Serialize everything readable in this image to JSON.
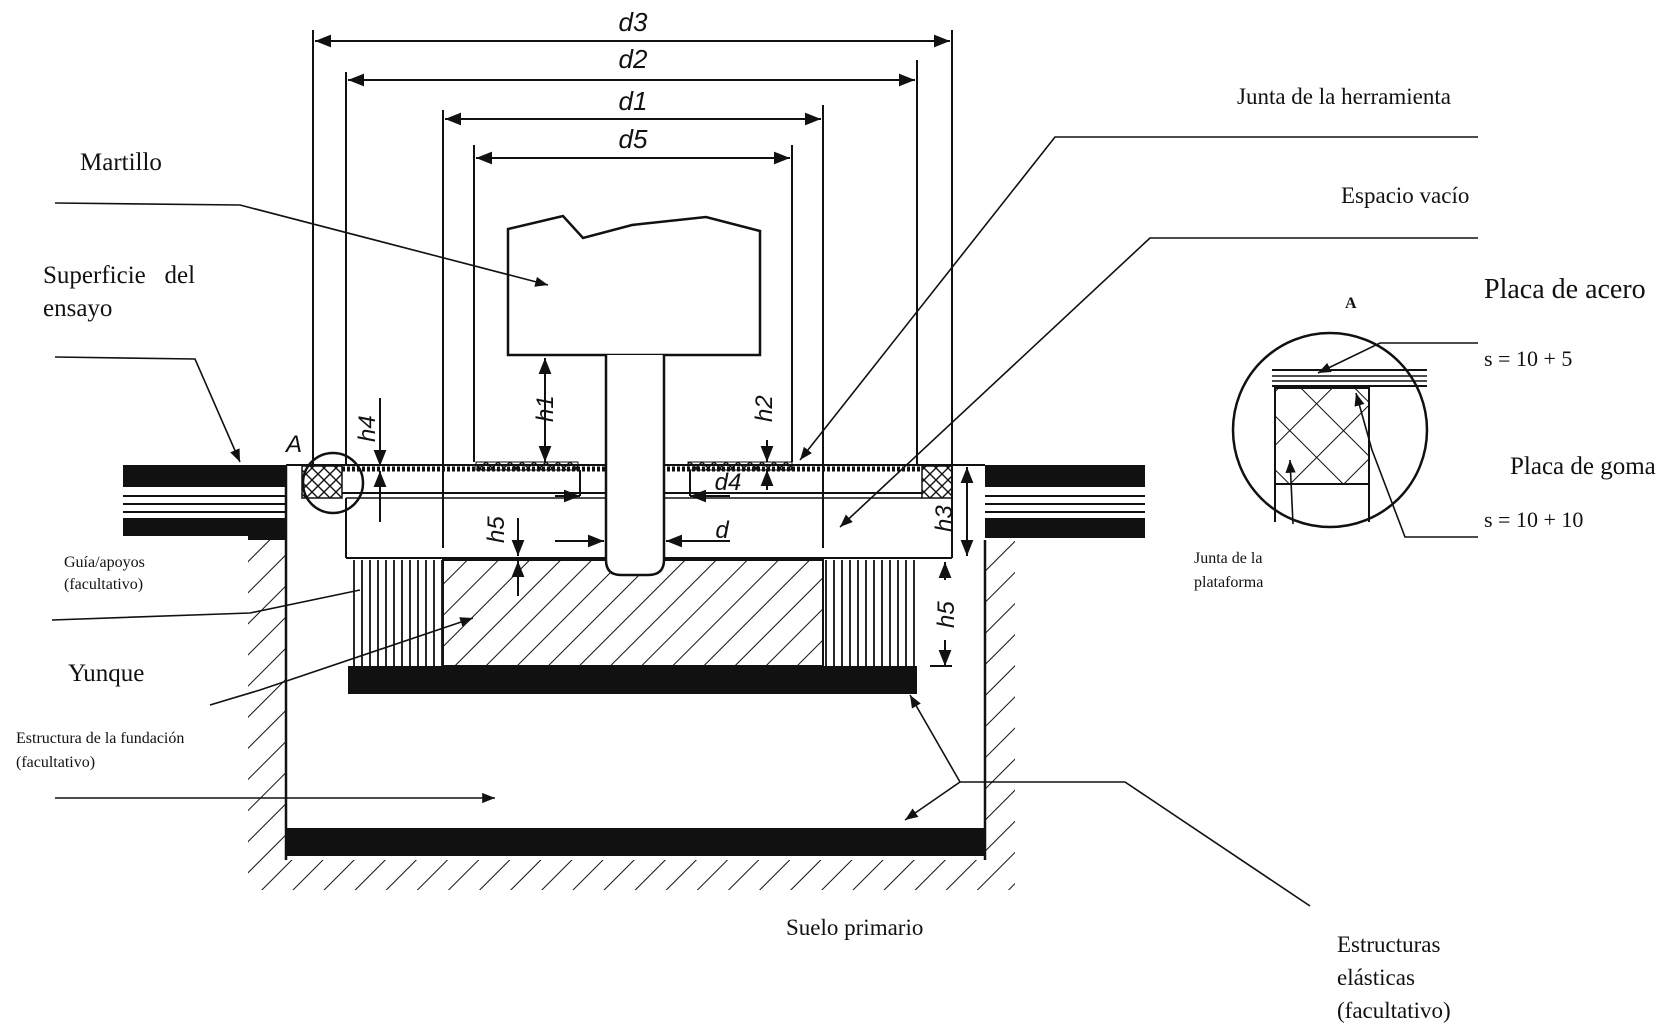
{
  "dimensions": {
    "d3": "d3",
    "d2": "d2",
    "d1": "d1",
    "d5": "d5",
    "d4": "d4",
    "d": "d",
    "h1": "h1",
    "h2": "h2",
    "h3": "h3",
    "h4": "h4",
    "h5_center": "h5",
    "h5_right": "h5",
    "point_a": "A"
  },
  "labels": {
    "martillo": "Martillo",
    "superficie_1": "Superficie   del",
    "superficie_2": "ensayo",
    "guia_1": "Guía/apoyos",
    "guia_2": "(facultativo)",
    "yunque": "Yunque",
    "estructura_1": "Estructura de la fundación",
    "estructura_2": "(facultativo)",
    "suelo": "Suelo primario",
    "junta_herramienta": "Junta de la herramienta",
    "espacio": "Espacio vacío",
    "elasticas_1": "Estructuras",
    "elasticas_2": "elásticas",
    "elasticas_3": "(facultativo)"
  },
  "detail": {
    "title": "A",
    "placa_acero": "Placa de acero",
    "s_acero": "s = 10 + 5",
    "placa_goma": "Placa de goma",
    "s_goma": "s = 10 + 10",
    "junta_plat_1": "Junta de la",
    "junta_plat_2": "plataforma"
  }
}
